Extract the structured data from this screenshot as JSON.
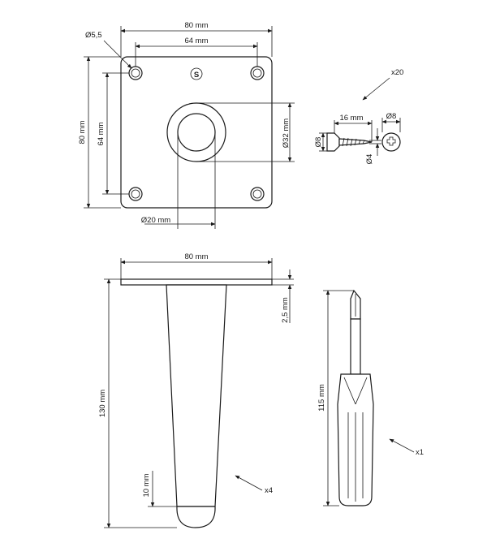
{
  "plate": {
    "width": "80 mm",
    "holes": "64 mm",
    "hole_diameter": "Ø5,5",
    "height": "80 mm",
    "holes_vertical": "64 mm",
    "socket_diameter": "Ø32 mm",
    "inner_diameter": "Ø20 mm",
    "logo": "S"
  },
  "screw": {
    "length": "16 mm",
    "head": "Ø8",
    "shank": "Ø4",
    "thread_hole": "Ø8",
    "quantity": "x20"
  },
  "leg": {
    "plate_width": "80 mm",
    "plate_thickness": "2,5 mm",
    "height": "130 mm",
    "foot_cap": "10 mm",
    "quantity": "x4"
  },
  "screwdriver": {
    "length": "115 mm",
    "quantity": "x1"
  }
}
